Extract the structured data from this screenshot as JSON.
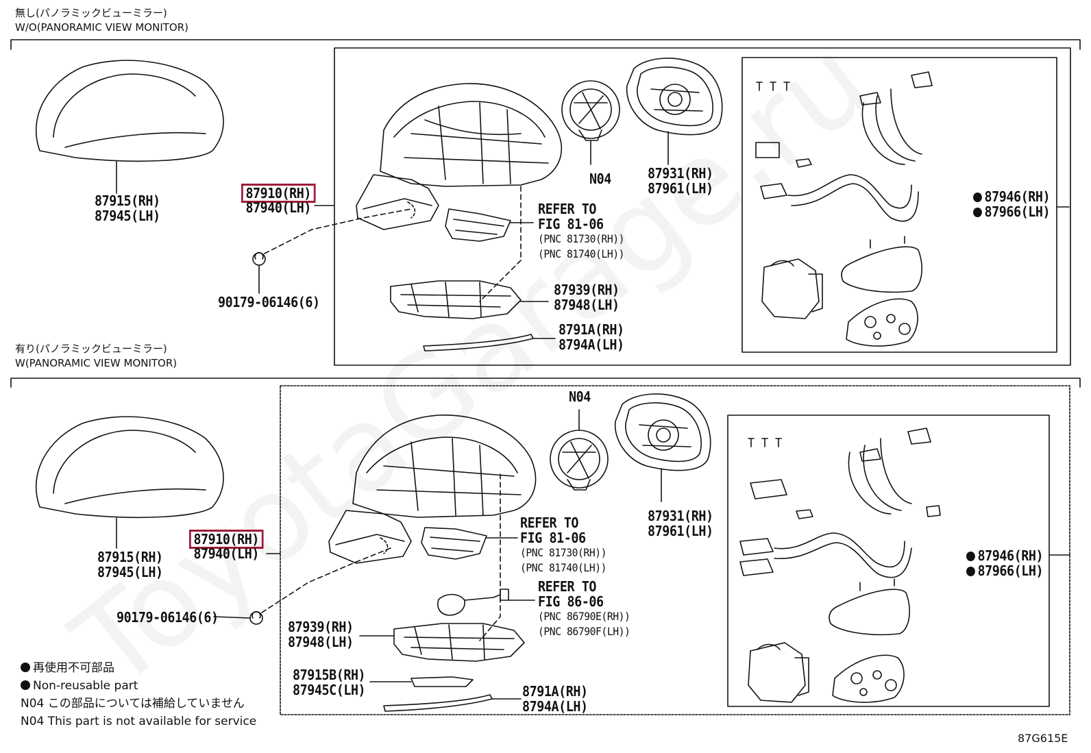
{
  "variants": [
    {
      "header_jp": "無し(パノラミックビューミラー)",
      "header_en": "W/O(PANORAMIC VIEW MONITOR)"
    },
    {
      "header_jp": "有り(パノラミックビューミラー)",
      "header_en": "W(PANORAMIC VIEW MONITOR)"
    }
  ],
  "top": {
    "cover": [
      "87915(RH)",
      "87945(LH)"
    ],
    "assy": [
      "87910(RH)",
      "87940(LH)"
    ],
    "screw": "90179-06146(6)",
    "motor_n04": "N04",
    "glass": [
      "87931(RH)",
      "87961(LH)"
    ],
    "refer1": [
      "REFER TO",
      "FIG 81-06",
      "(PNC 81730(RH))",
      "(PNC 81740(LH))"
    ],
    "housing": [
      "87939(RH)",
      "87948(LH)"
    ],
    "garnish": [
      "8791A(RH)",
      "8794A(LH)"
    ],
    "kit": [
      "87946(RH)",
      "87966(LH)"
    ]
  },
  "bottom": {
    "cover": [
      "87915(RH)",
      "87945(LH)"
    ],
    "assy": [
      "87910(RH)",
      "87940(LH)"
    ],
    "screw": "90179-06146(6)",
    "motor_n04": "N04",
    "glass": [
      "87931(RH)",
      "87961(LH)"
    ],
    "refer1": [
      "REFER TO",
      "FIG 81-06",
      "(PNC 81730(RH))",
      "(PNC 81740(LH))"
    ],
    "refer2": [
      "REFER TO",
      "FIG 86-06",
      "(PNC 86790E(RH))",
      "(PNC 86790F(LH))"
    ],
    "housing": [
      "87939(RH)",
      "87948(LH)"
    ],
    "bracket": [
      "87915B(RH)",
      "87945C(LH)"
    ],
    "garnish": [
      "8791A(RH)",
      "8794A(LH)"
    ],
    "kit": [
      "87946(RH)",
      "87966(LH)"
    ]
  },
  "legend": {
    "nonreuse_jp": "再使用不可部品",
    "nonreuse_en": "Non-reusable part",
    "n04_jp": "N04 この部品については補給していません",
    "n04_en": "N04 This part is not available for service"
  },
  "figure_code": "87G615E",
  "watermark": "ToyotaGarage.ru",
  "colors": {
    "highlight": "#9e1b3a",
    "line": "#111111"
  }
}
